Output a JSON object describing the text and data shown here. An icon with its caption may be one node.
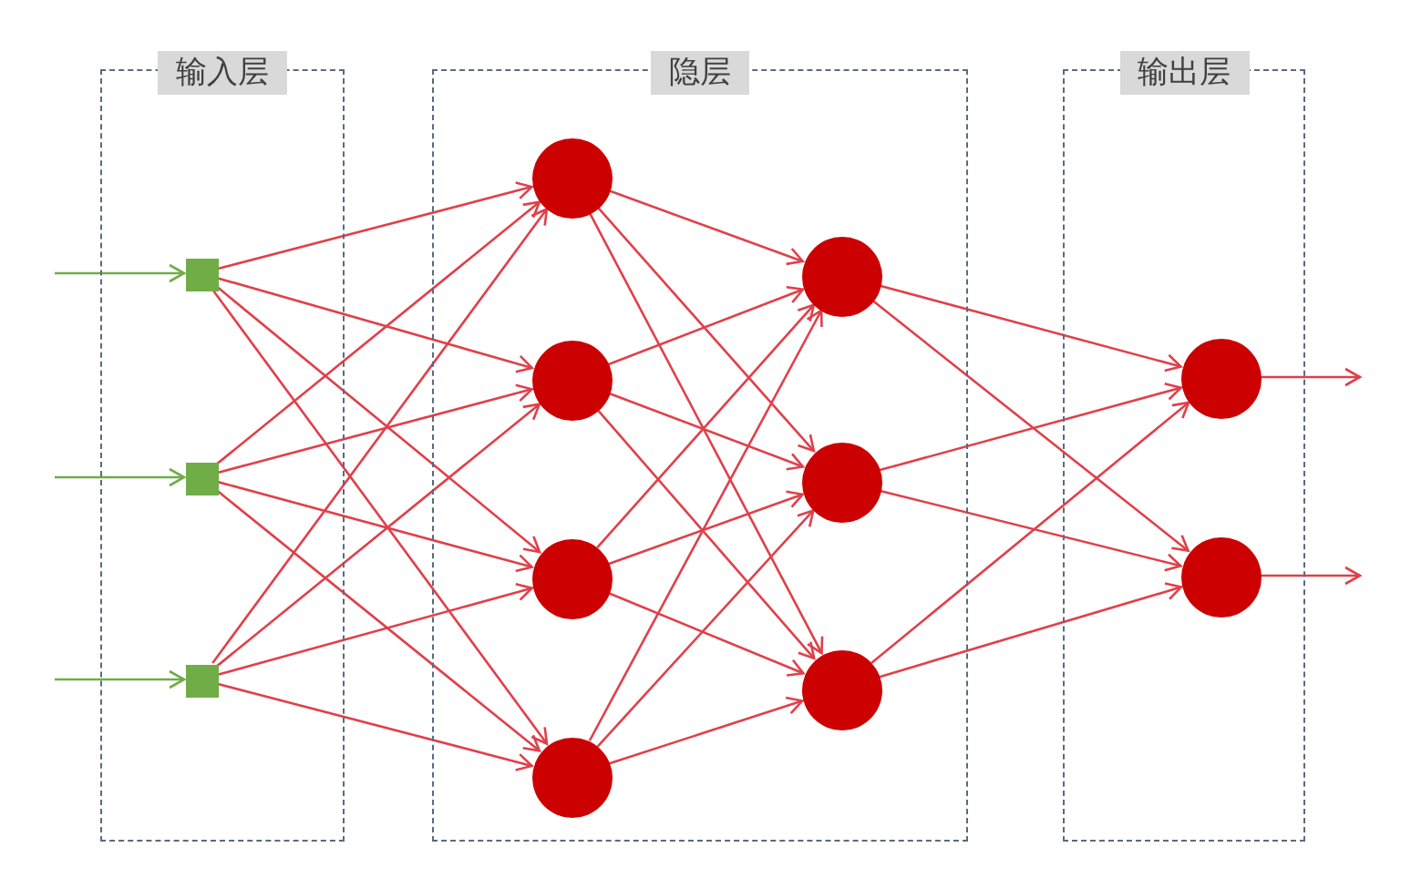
{
  "diagram": {
    "nodes": [
      {
        "text": [
          "输入层"
        ]
      },
      {
        "text": [],
        "shape": "box",
        "in": 0
      },
      {
        "text": [],
        "shape": "box",
        "in": 0
      },
      {
        "text": [],
        "shape": "box",
        "in": 0
      },
      {
        "text": [
          "隐层"
        ]
      },
      {
        "text": [],
        "shape": "circle",
        "in": 4
      },
      {
        "text": [],
        "shape": "circle",
        "in": 4
      },
      {
        "text": [],
        "shape": "circle",
        "in": 4
      },
      {
        "text": [],
        "shape": "circle",
        "in": 4
      },
      {
        "text": [],
        "shape": "circle",
        "in": 4
      },
      {
        "text": [],
        "shape": "circle",
        "in": 4
      },
      {
        "text": [],
        "shape": "circle",
        "in": 4
      },
      {
        "text": [
          "输出层"
        ]
      },
      {
        "text": [],
        "shape": "circle",
        "in": 12
      },
      {
        "text": [],
        "shape": "circle",
        "in": 12
      }
    ],
    "edges": [
      {
        "from": null,
        "to": 1,
        "arrow": "to",
        "color": "#70ad47"
      },
      {
        "from": null,
        "to": 2,
        "arrow": "to",
        "color": "#70ad47"
      },
      {
        "from": null,
        "to": 3,
        "arrow": "to",
        "color": "#70ad47"
      },
      {
        "from": 1,
        "to": 5,
        "arrow": "to"
      },
      {
        "from": 1,
        "to": 6,
        "arrow": "to"
      },
      {
        "from": 1,
        "to": 7,
        "arrow": "to"
      },
      {
        "from": 1,
        "to": 8,
        "arrow": "to"
      },
      {
        "from": 2,
        "to": 5,
        "arrow": "to"
      },
      {
        "from": 2,
        "to": 6,
        "arrow": "to"
      },
      {
        "from": 2,
        "to": 7,
        "arrow": "to"
      },
      {
        "from": 2,
        "to": 8,
        "arrow": "to"
      },
      {
        "from": 3,
        "to": 5,
        "arrow": "to"
      },
      {
        "from": 3,
        "to": 6,
        "arrow": "to"
      },
      {
        "from": 3,
        "to": 7,
        "arrow": "to"
      },
      {
        "from": 3,
        "to": 8,
        "arrow": "to"
      },
      {
        "from": 5,
        "to": 9,
        "arrow": "to"
      },
      {
        "from": 5,
        "to": 10,
        "arrow": "to"
      },
      {
        "from": 5,
        "to": 11,
        "arrow": "to"
      },
      {
        "from": 6,
        "to": 9,
        "arrow": "to"
      },
      {
        "from": 6,
        "to": 10,
        "arrow": "to"
      },
      {
        "from": 6,
        "to": 11,
        "arrow": "to"
      },
      {
        "from": 7,
        "to": 9,
        "arrow": "to"
      },
      {
        "from": 7,
        "to": 10,
        "arrow": "to"
      },
      {
        "from": 7,
        "to": 11,
        "arrow": "to"
      },
      {
        "from": 8,
        "to": 9,
        "arrow": "to"
      },
      {
        "from": 8,
        "to": 10,
        "arrow": "to"
      },
      {
        "from": 8,
        "to": 11,
        "arrow": "to"
      },
      {
        "from": 9,
        "to": 13,
        "arrow": "to"
      },
      {
        "from": 9,
        "to": 14,
        "arrow": "to"
      },
      {
        "from": 10,
        "to": 13,
        "arrow": "to"
      },
      {
        "from": 10,
        "to": 14,
        "arrow": "to"
      },
      {
        "from": 11,
        "to": 13,
        "arrow": "to"
      },
      {
        "from": 11,
        "to": 14,
        "arrow": "to"
      },
      {
        "from": 13,
        "to": null,
        "arrow": "to"
      },
      {
        "from": 14,
        "to": null,
        "arrow": "to"
      }
    ]
  }
}
